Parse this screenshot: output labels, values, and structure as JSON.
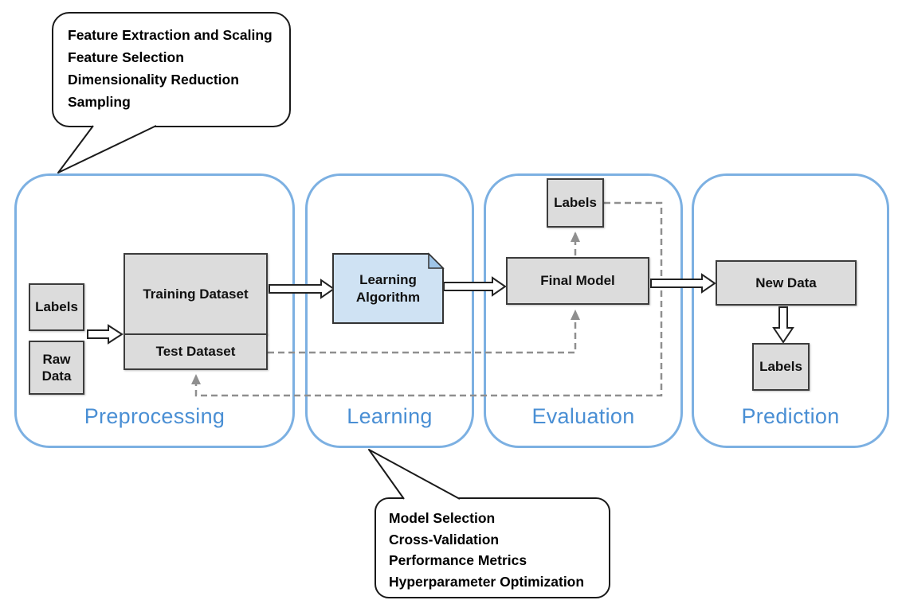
{
  "diagram": {
    "callout_top": {
      "lines": [
        "Feature Extraction and Scaling",
        "Feature Selection",
        "Dimensionality Reduction",
        "Sampling"
      ]
    },
    "callout_bottom": {
      "lines": [
        "Model Selection",
        "Cross-Validation",
        "Performance Metrics",
        "Hyperparameter Optimization"
      ]
    },
    "stages": [
      {
        "label": "Preprocessing"
      },
      {
        "label": "Learning"
      },
      {
        "label": "Evaluation"
      },
      {
        "label": "Prediction"
      }
    ],
    "nodes": {
      "labels_input": "Labels",
      "raw_data": "Raw Data",
      "training_dataset": "Training Dataset",
      "test_dataset": "Test Dataset",
      "learning_algorithm": "Learning Algorithm",
      "final_model": "Final Model",
      "labels_evaluation": "Labels",
      "new_data": "New Data",
      "labels_prediction": "Labels"
    },
    "colors": {
      "stage_border": "#7cb0e2",
      "stage_label": "#4a8fd4",
      "node_fill": "#dcdcdc",
      "node_border": "#3c3c3c",
      "highlight_node_fill": "#cfe2f3",
      "dashed_connector": "#8f8f8f"
    }
  }
}
